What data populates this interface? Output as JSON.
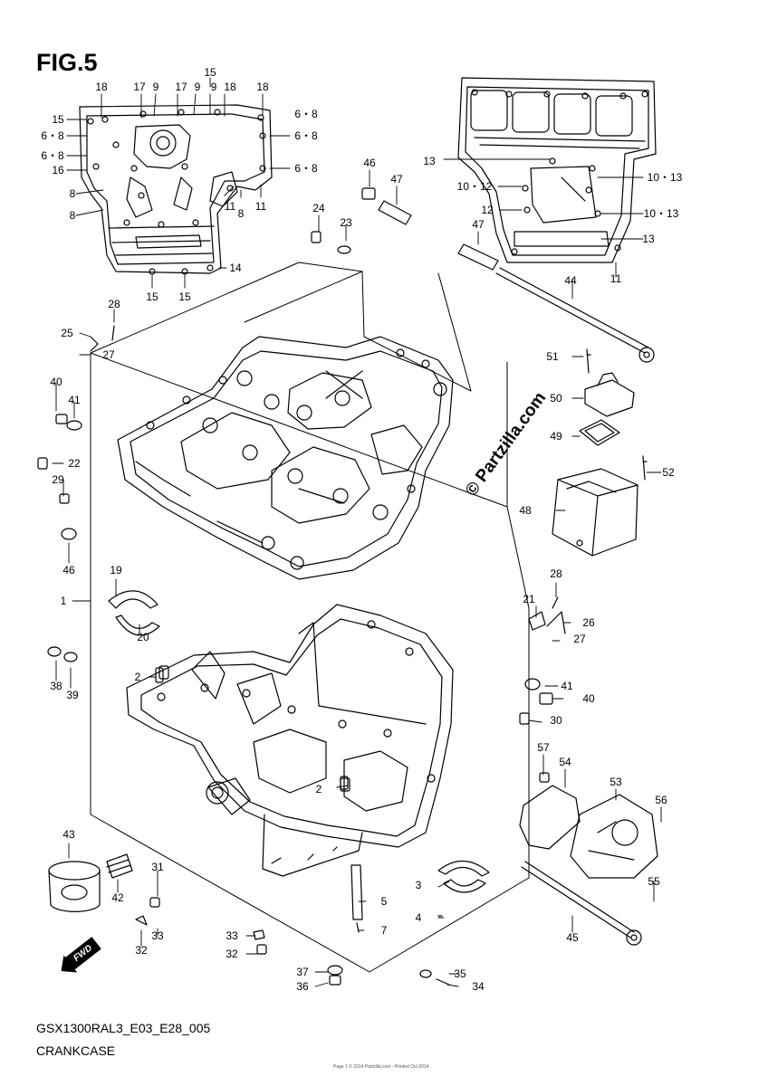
{
  "figure": {
    "title": "FIG.5",
    "code": "GSX1300RAL3_E03_E28_005",
    "caption": "CRANKCASE",
    "watermark": "© Partzilla.com",
    "footer_small": "Page 1 © 2014 Partzilla.com - Printed Oct 2014"
  },
  "fwd_arrow": {
    "label": "FWD"
  },
  "callouts": [
    {
      "id": "c1",
      "text": "1"
    },
    {
      "id": "c2a",
      "text": "2"
    },
    {
      "id": "c2b",
      "text": "2"
    },
    {
      "id": "c3",
      "text": "3"
    },
    {
      "id": "c4",
      "text": "4"
    },
    {
      "id": "c5",
      "text": "5"
    },
    {
      "id": "c7",
      "text": "7"
    },
    {
      "id": "c8a",
      "text": "8"
    },
    {
      "id": "c8b",
      "text": "8"
    },
    {
      "id": "c8c",
      "text": "8"
    },
    {
      "id": "c11a",
      "text": "11"
    },
    {
      "id": "c11b",
      "text": "11"
    },
    {
      "id": "c11c",
      "text": "11"
    },
    {
      "id": "c12",
      "text": "12"
    },
    {
      "id": "c13a",
      "text": "13"
    },
    {
      "id": "c13b",
      "text": "13"
    },
    {
      "id": "c14",
      "text": "14"
    },
    {
      "id": "c15a",
      "text": "15"
    },
    {
      "id": "c15b",
      "text": "15"
    },
    {
      "id": "c15c",
      "text": "15"
    },
    {
      "id": "c15d",
      "text": "15"
    },
    {
      "id": "c16",
      "text": "16"
    },
    {
      "id": "c17a",
      "text": "17"
    },
    {
      "id": "c17b",
      "text": "17"
    },
    {
      "id": "c9a",
      "text": "9"
    },
    {
      "id": "c9b",
      "text": "9"
    },
    {
      "id": "c9c",
      "text": "9"
    },
    {
      "id": "c18a",
      "text": "18"
    },
    {
      "id": "c18b",
      "text": "18"
    },
    {
      "id": "c18c",
      "text": "18"
    },
    {
      "id": "c68a",
      "text": "6・8"
    },
    {
      "id": "c68b",
      "text": "6・8"
    },
    {
      "id": "c68c",
      "text": "6・8"
    },
    {
      "id": "c68d",
      "text": "6・8"
    },
    {
      "id": "c68e",
      "text": "6・8"
    },
    {
      "id": "c1013a",
      "text": "10・13"
    },
    {
      "id": "c1013b",
      "text": "10・13"
    },
    {
      "id": "c1012",
      "text": "10・12"
    },
    {
      "id": "c19",
      "text": "19"
    },
    {
      "id": "c20",
      "text": "20"
    },
    {
      "id": "c21",
      "text": "21"
    },
    {
      "id": "c22",
      "text": "22"
    },
    {
      "id": "c23",
      "text": "23"
    },
    {
      "id": "c24",
      "text": "24"
    },
    {
      "id": "c25",
      "text": "25"
    },
    {
      "id": "c26",
      "text": "26"
    },
    {
      "id": "c27a",
      "text": "27"
    },
    {
      "id": "c27b",
      "text": "27"
    },
    {
      "id": "c28a",
      "text": "28"
    },
    {
      "id": "c28b",
      "text": "28"
    },
    {
      "id": "c29",
      "text": "29"
    },
    {
      "id": "c30",
      "text": "30"
    },
    {
      "id": "c31",
      "text": "31"
    },
    {
      "id": "c32a",
      "text": "32"
    },
    {
      "id": "c32b",
      "text": "32"
    },
    {
      "id": "c33a",
      "text": "33"
    },
    {
      "id": "c33b",
      "text": "33"
    },
    {
      "id": "c34",
      "text": "34"
    },
    {
      "id": "c35",
      "text": "35"
    },
    {
      "id": "c36",
      "text": "36"
    },
    {
      "id": "c37",
      "text": "37"
    },
    {
      "id": "c38",
      "text": "38"
    },
    {
      "id": "c39",
      "text": "39"
    },
    {
      "id": "c40a",
      "text": "40"
    },
    {
      "id": "c40b",
      "text": "40"
    },
    {
      "id": "c41a",
      "text": "41"
    },
    {
      "id": "c41b",
      "text": "41"
    },
    {
      "id": "c42",
      "text": "42"
    },
    {
      "id": "c43",
      "text": "43"
    },
    {
      "id": "c44",
      "text": "44"
    },
    {
      "id": "c45",
      "text": "45"
    },
    {
      "id": "c46a",
      "text": "46"
    },
    {
      "id": "c46b",
      "text": "46"
    },
    {
      "id": "c47a",
      "text": "47"
    },
    {
      "id": "c47b",
      "text": "47"
    },
    {
      "id": "c48",
      "text": "48"
    },
    {
      "id": "c49",
      "text": "49"
    },
    {
      "id": "c50",
      "text": "50"
    },
    {
      "id": "c51",
      "text": "51"
    },
    {
      "id": "c52",
      "text": "52"
    },
    {
      "id": "c53",
      "text": "53"
    },
    {
      "id": "c54",
      "text": "54"
    },
    {
      "id": "c55",
      "text": "55"
    },
    {
      "id": "c56",
      "text": "56"
    },
    {
      "id": "c57",
      "text": "57"
    }
  ]
}
